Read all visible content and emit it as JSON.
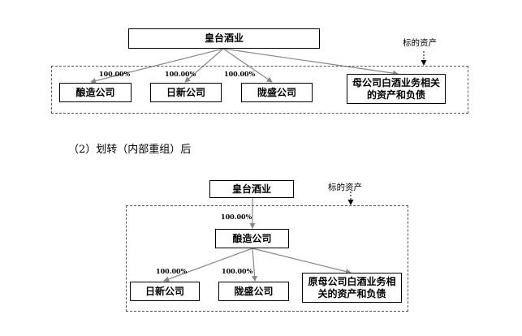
{
  "before": {
    "parent": "皇台酒业",
    "note": "标的资产",
    "children": [
      "酿造公司",
      "日新公司",
      "陇盛公司",
      "母公司白酒业务相关的资产和负债"
    ],
    "percentages": [
      "100.00%",
      "100.00%",
      "100.00%"
    ]
  },
  "caption": "（2）划转（内部重组）后",
  "after": {
    "parent": "皇台酒业",
    "note": "标的资产",
    "middle": "酿造公司",
    "middle_pct": "100.00%",
    "children": [
      "日新公司",
      "陇盛公司",
      "原母公司白酒业务相关的资产和负债"
    ],
    "percentages": [
      "100.00%",
      "100.00%"
    ]
  }
}
